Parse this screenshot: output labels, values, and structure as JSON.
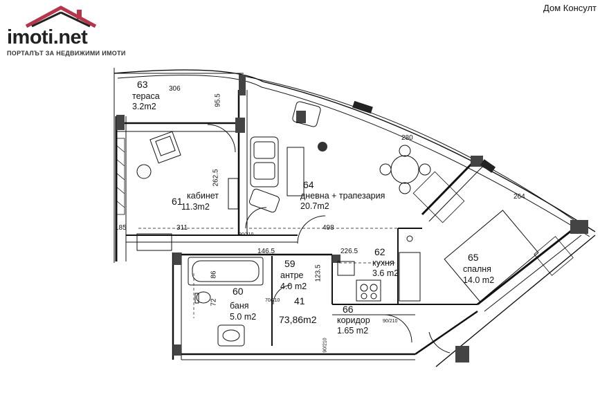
{
  "brand": {
    "name": "imoti.net",
    "tagline": "ПОРТАЛЪТ ЗА НЕДВИЖИМИ ИМОТИ",
    "colors": {
      "roof": "#b5364b",
      "text": "#222222"
    }
  },
  "watermark": "Дом Консулт",
  "rooms": [
    {
      "id": "terrace",
      "number": "63",
      "name": "тераса",
      "area": "3.2m2"
    },
    {
      "id": "office",
      "number": "61",
      "name": "кабинет",
      "area": "11.3m2"
    },
    {
      "id": "living",
      "number": "64",
      "name": "дневна + трапезария",
      "area": "20.7m2"
    },
    {
      "id": "kitchen",
      "number": "62",
      "name": "кухня",
      "area": "3.6 m2"
    },
    {
      "id": "bedroom",
      "number": "65",
      "name": "спалня",
      "area": "14.0 m2"
    },
    {
      "id": "hall",
      "number": "59",
      "name": "антре",
      "area": "4.0 m2"
    },
    {
      "id": "bathroom",
      "number": "60",
      "name": "баня",
      "area": "5.0 m2"
    },
    {
      "id": "corridor",
      "number": "66",
      "name": "коридор",
      "area": "1.65 m2"
    }
  ],
  "apartment": {
    "number": "41",
    "total_area": "73,86m2"
  },
  "dimensions": [
    "306",
    "262.5",
    "311",
    "498",
    "146.5",
    "123.5",
    "280",
    "264",
    "185",
    "95.5",
    "86",
    "72",
    "226.5"
  ],
  "door_tags": [
    "90/210",
    "70/210",
    "90/210",
    "90/210"
  ]
}
